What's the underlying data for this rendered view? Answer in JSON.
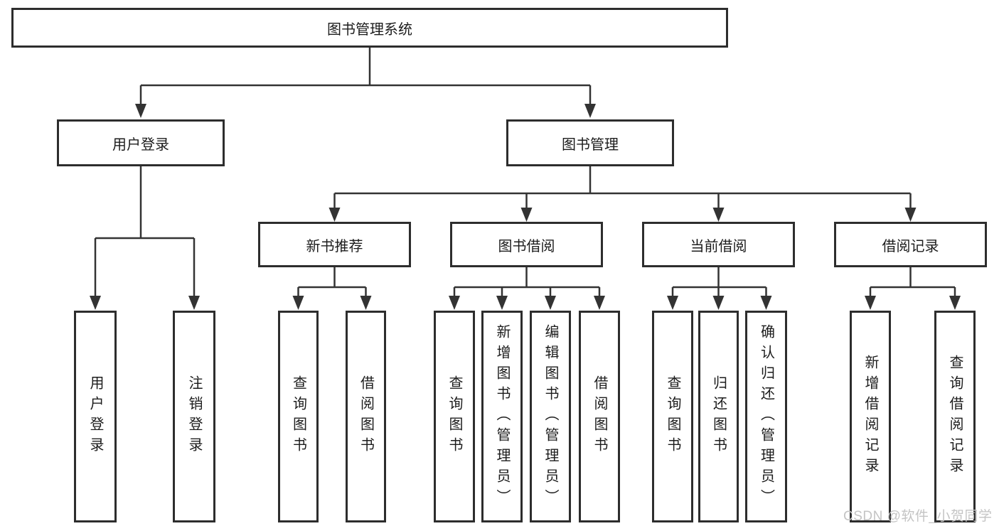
{
  "diagram": {
    "tree": {
      "root": "图书管理系统",
      "children": [
        {
          "label": "用户登录",
          "children": [
            "用户登录",
            "注销登录"
          ]
        },
        {
          "label": "图书管理",
          "children": [
            {
              "label": "新书推荐",
              "children": [
                "查询图书",
                "借阅图书"
              ]
            },
            {
              "label": "图书借阅",
              "children": [
                "查询图书",
                "新增图书（管理员）",
                "编辑图书（管理员）",
                "借阅图书"
              ]
            },
            {
              "label": "当前借阅",
              "children": [
                "查询图书",
                "归还图书",
                "确认归还（管理员）"
              ]
            },
            {
              "label": "借阅记录",
              "children": [
                "新增借阅记录",
                "查询借阅记录"
              ]
            }
          ]
        }
      ]
    },
    "colors": {
      "line": "#333333",
      "border": "#2d2d2d",
      "text": "#1c1c1c",
      "background": "#ffffff",
      "watermark": "#c4c4c4"
    }
  },
  "watermark": "CSDN @软件_小贺同学"
}
